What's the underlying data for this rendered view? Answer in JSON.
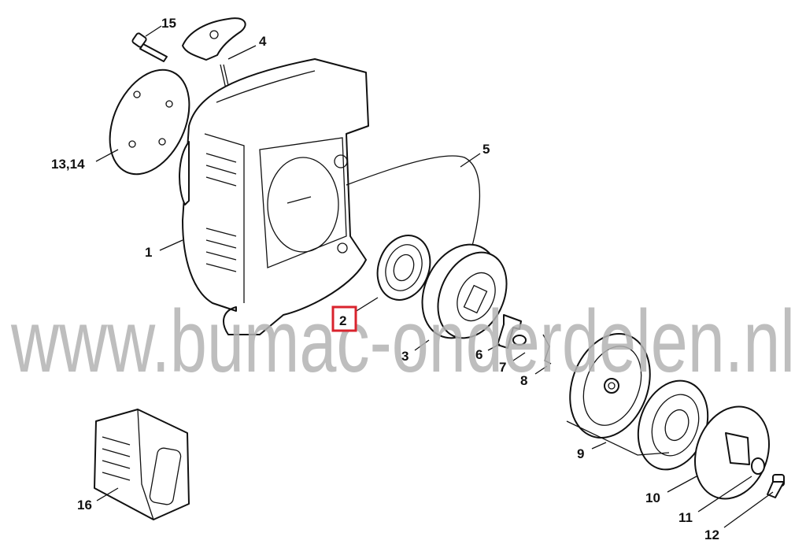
{
  "watermark": "www.bumac-onderdelen.nl",
  "highlight_color": "#d9232d",
  "highlighted_part": "2",
  "callouts": {
    "p1": "1",
    "p2": "2",
    "p3": "3",
    "p4": "4",
    "p5": "5",
    "p6": "6",
    "p7": "7",
    "p8": "8",
    "p9": "9",
    "p10": "10",
    "p11": "11",
    "p12": "12",
    "p13_14": "13,14",
    "p15": "15",
    "p16": "16"
  }
}
